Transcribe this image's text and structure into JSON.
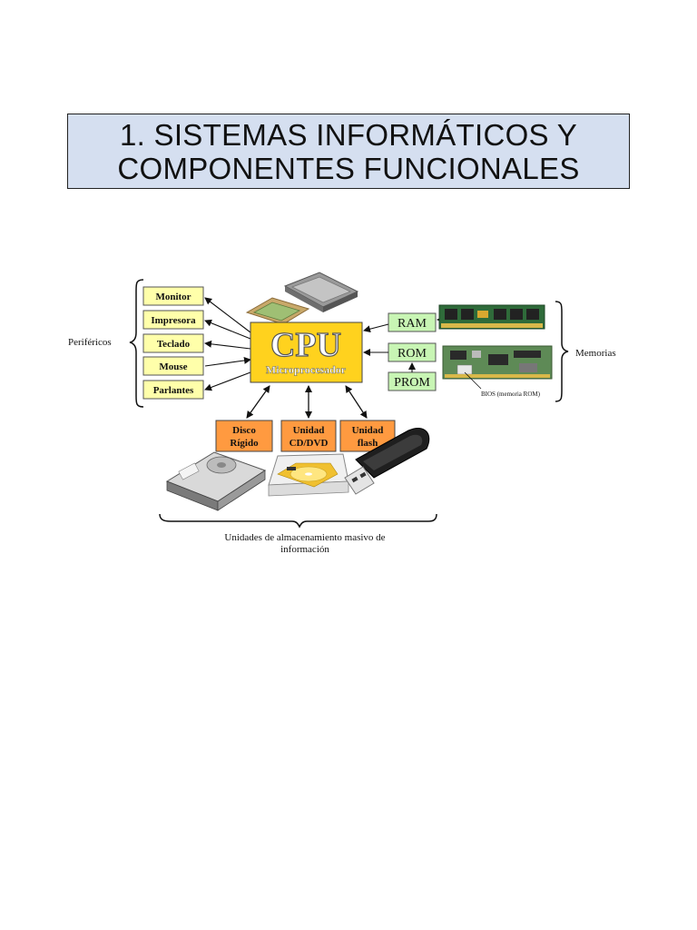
{
  "title": {
    "line1": "1.  SISTEMAS INFORMÁTICOS Y",
    "line2": "COMPONENTES FUNCIONALES"
  },
  "diagram": {
    "cpu_label": "CPU",
    "cpu_sublabel": "Microprocesador",
    "perifericos_label": "Periféricos",
    "perifericos": [
      "Monitor",
      "Impresora",
      "Teclado",
      "Mouse",
      "Parlantes"
    ],
    "memorias_label": "Memorias",
    "memorias": [
      "RAM",
      "ROM",
      "PROM"
    ],
    "bios_label": "BIOS (memoria ROM)",
    "almacenamiento": [
      {
        "line1": "Disco",
        "line2": "Rígido"
      },
      {
        "line1": "Unidad",
        "line2": "CD/DVD"
      },
      {
        "line1": "Unidad",
        "line2": "flash"
      }
    ],
    "almacenamiento_label_line1": "Unidades de almacenamiento masivo de",
    "almacenamiento_label_line2": "información"
  },
  "colors": {
    "title_bg": "#d5dff0",
    "cpu_fill": "#ffd21e",
    "peripheral_fill": "#ffffaa",
    "memory_fill": "#c8f5b4",
    "storage_fill": "#ff9a40"
  }
}
